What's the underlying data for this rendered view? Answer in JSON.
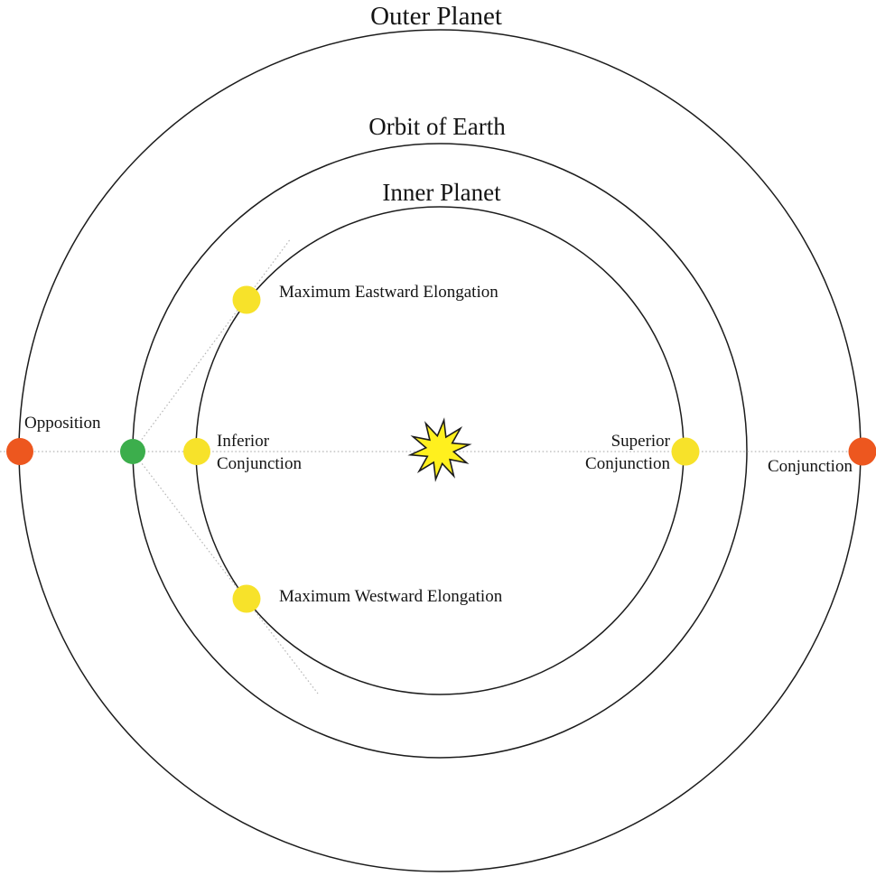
{
  "diagram": {
    "orbit_labels": {
      "outer": "Outer Planet",
      "earth": "Orbit of Earth",
      "inner": "Inner Planet"
    },
    "point_labels": {
      "opposition": "Opposition",
      "inferior_conjunction_line1": "Inferior",
      "inferior_conjunction_line2": "Conjunction",
      "superior_conjunction_line1": "Superior",
      "superior_conjunction_line2": "Conjunction",
      "conjunction": "Conjunction",
      "maximum_eastward_elongation": "Maximum Eastward Elongation",
      "maximum_westward_elongation": "Maximum Westward Elongation"
    },
    "colors": {
      "orange_marker": "#ED571F",
      "green_marker": "#3CAE4C",
      "yellow_marker": "#F7E22A",
      "sun_fill": "#FFF01E",
      "sun_outline": "#1C1C1C",
      "orbit_stroke": "#1C1C1C",
      "guide_line": "#B8B8B8"
    }
  }
}
